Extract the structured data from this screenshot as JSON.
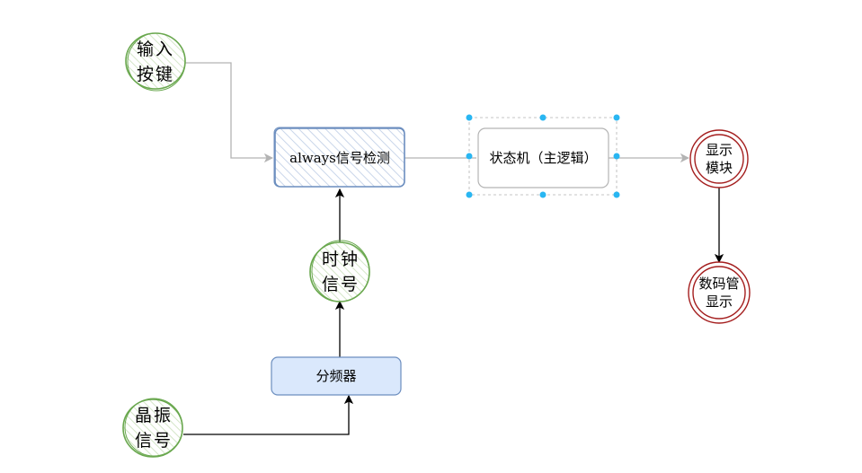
{
  "nodes": {
    "input_key": {
      "line1": "输入",
      "line2": "按键"
    },
    "always_detect": {
      "label": "always信号检测"
    },
    "state_machine": {
      "label": "状态机（主逻辑）"
    },
    "display_module": {
      "line1": "显示",
      "line2": "模块"
    },
    "segment_display": {
      "line1": "数码管",
      "line2": "显示"
    },
    "clock_signal": {
      "line1": "时钟",
      "line2": "信号"
    },
    "divider": {
      "label": "分频器"
    },
    "crystal_signal": {
      "line1": "晶振",
      "line2": "信号"
    }
  },
  "colors": {
    "green_stroke": "#6aa84f",
    "blue_stroke": "#6c8ebf",
    "blue_hatch": "#c9d6ea",
    "blue_fill": "#dae8fc",
    "red_stroke": "#a41e1e",
    "gray_edge": "#b3b3b3",
    "selection_handle": "#29b6f2",
    "black_edge": "#000000"
  }
}
